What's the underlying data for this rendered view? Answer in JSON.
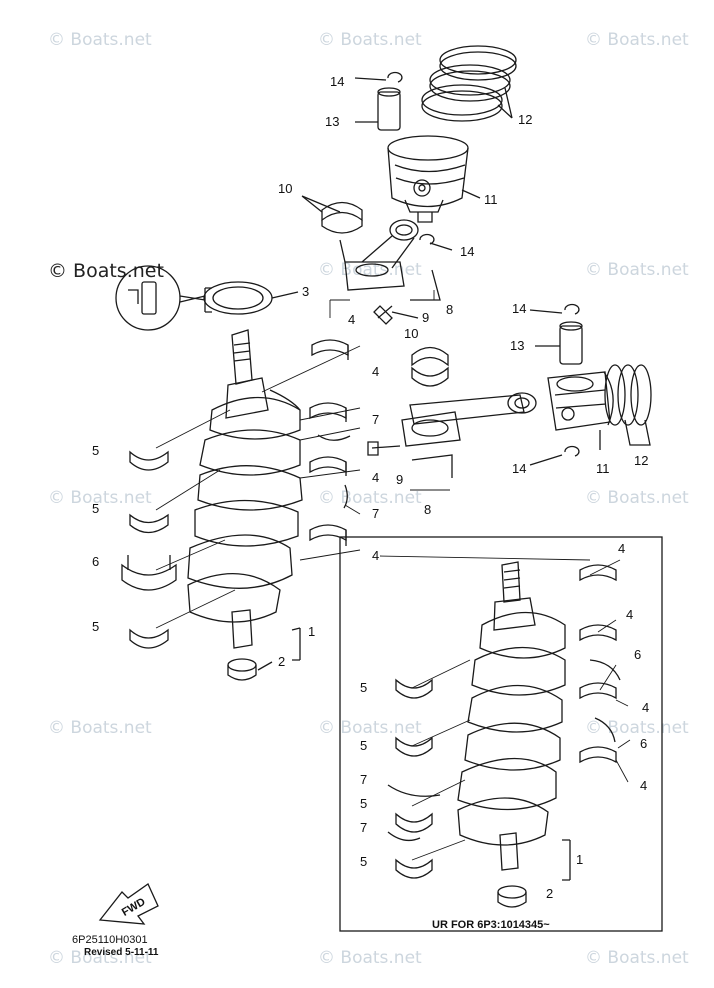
{
  "watermarks": {
    "text": "© Boats.net",
    "prominent": "© Boats.net"
  },
  "diagram": {
    "inset_caption": "UR FOR 6P3:1014345~",
    "fwd_label": "FWD",
    "part_code": "6P25110H0301",
    "revision": "Revised 5-11-11"
  },
  "callouts": {
    "c1": "1",
    "c2": "2",
    "c3": "3",
    "c4": "4",
    "c5": "5",
    "c6": "6",
    "c7": "7",
    "c8": "8",
    "c9": "9",
    "c10": "10",
    "c11": "11",
    "c12": "12",
    "c13": "13",
    "c14": "14"
  },
  "colors": {
    "line": "#1a1a1a",
    "watermark": "#cdd6de",
    "background": "#ffffff"
  }
}
